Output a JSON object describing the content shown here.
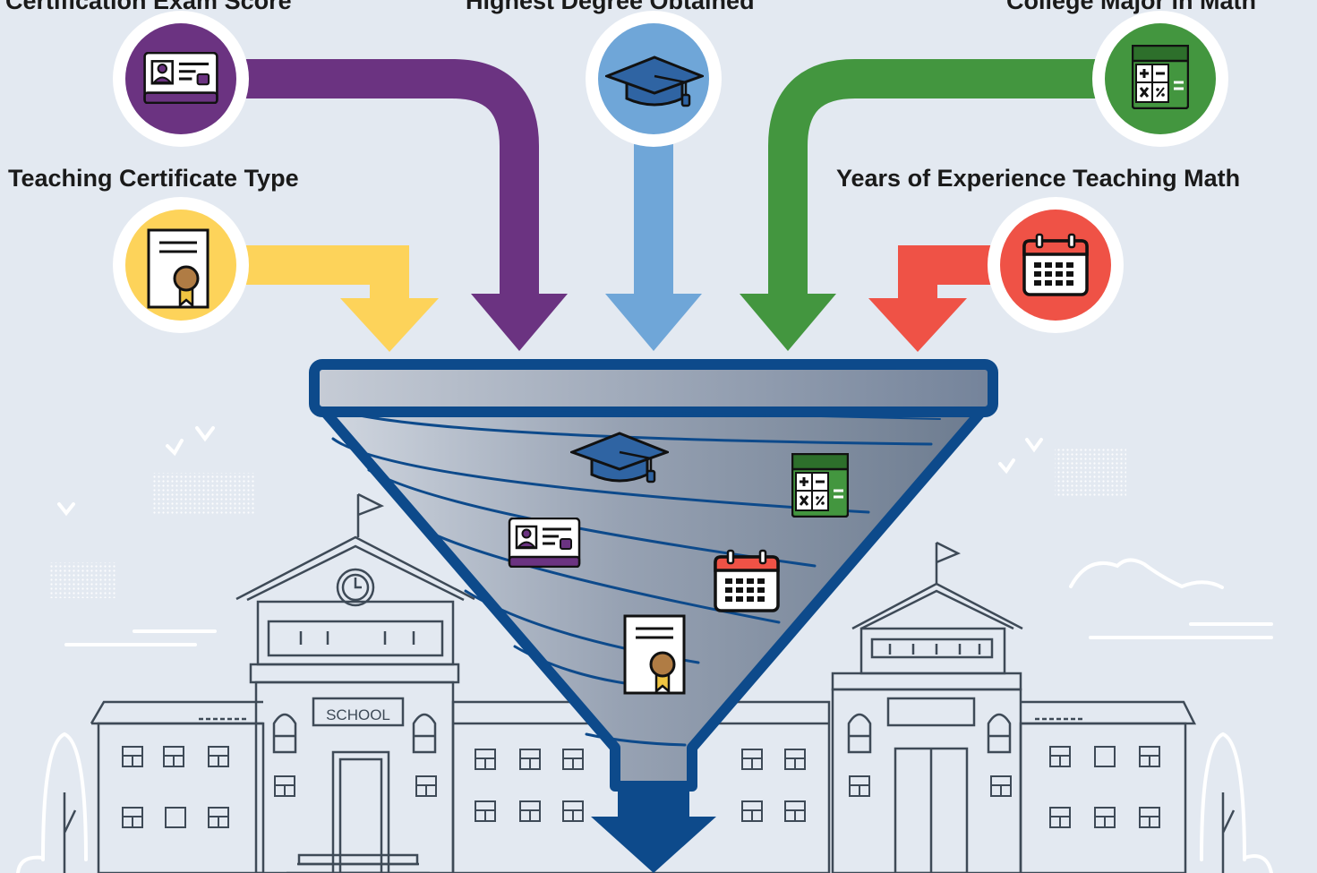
{
  "labels": {
    "top_left": "Certification Exam Score",
    "top_center": "Highest Degree Obtained",
    "top_right": "College Major in Math",
    "certificate_type": "Teaching Certificate Type",
    "years_experience": "Years of Experience Teaching Math"
  },
  "building": {
    "sign_text": "SCHOOL"
  },
  "colors": {
    "background": "#e3e9f1",
    "purple": "#6b3381",
    "light_blue": "#6fa6d8",
    "green": "#43963f",
    "yellow": "#fdd35a",
    "red": "#ef5246",
    "navy": "#0d4a8b",
    "line_art": "#ffffff",
    "building_line": "#3e4a57"
  },
  "icons": {
    "id_card": "id-card-icon",
    "graduation_cap": "graduation-cap-icon",
    "calculator": "calculator-icon",
    "certificate": "certificate-icon",
    "calendar": "calendar-icon",
    "funnel": "funnel-icon"
  }
}
